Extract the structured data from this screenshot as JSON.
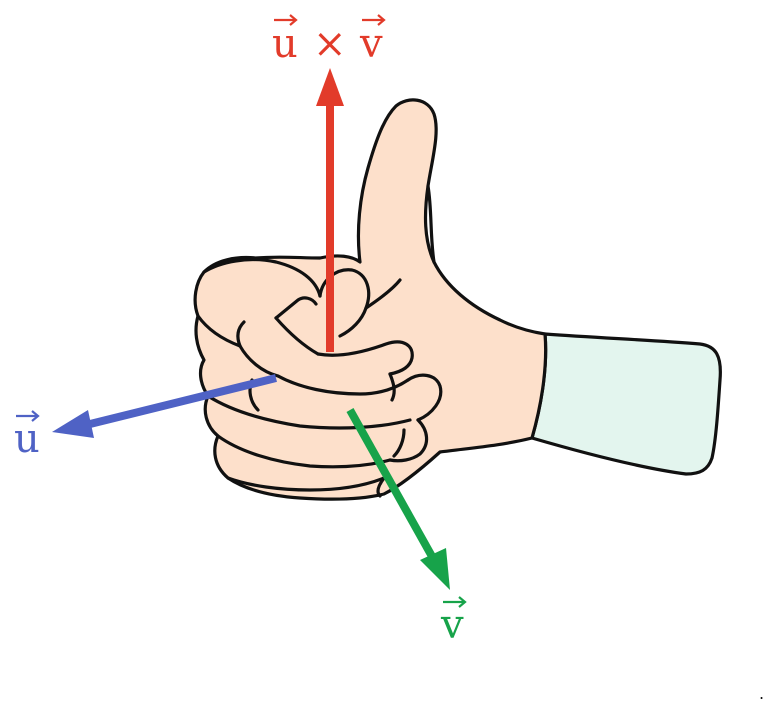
{
  "vectors": {
    "cross": {
      "label": "u × v",
      "base1": "u",
      "op": "×",
      "base2": "v",
      "color": "#e23b2a"
    },
    "u": {
      "label": "u",
      "color": "#4f62c5"
    },
    "v": {
      "label": "v",
      "color": "#17a34a"
    }
  },
  "icons": {
    "hand": "thumbs-up-hand",
    "sleeve": "sleeve-cuff"
  },
  "colors": {
    "skin": "#fde0cb",
    "sleeve": "#e3f5ee",
    "outline": "#111111"
  },
  "footer": {
    "mark": "."
  }
}
